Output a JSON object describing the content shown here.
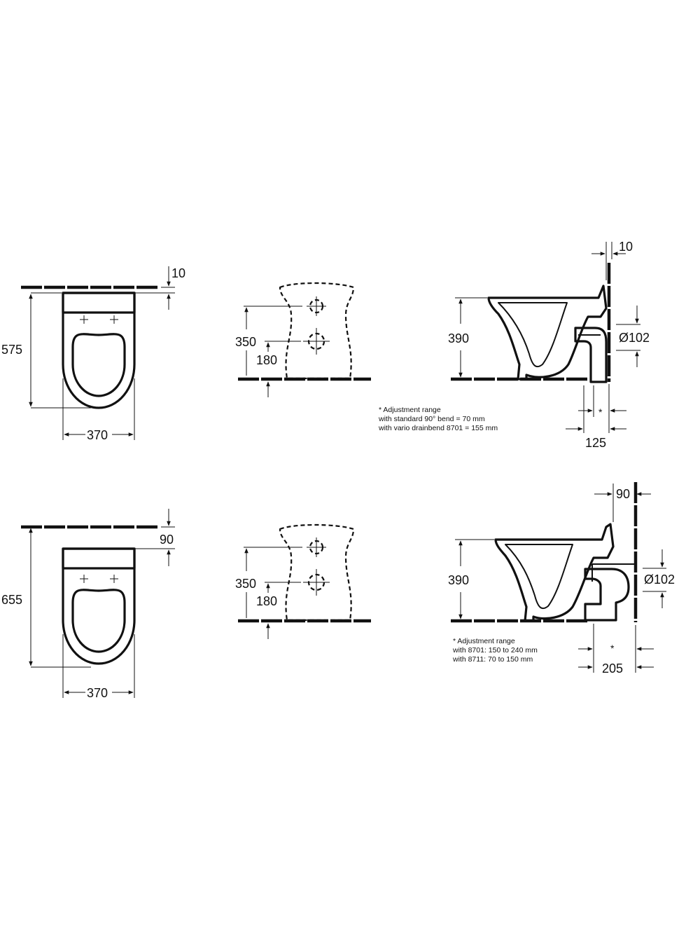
{
  "drawing": {
    "row1": {
      "top_view": {
        "depth": "575",
        "width": "370",
        "wall_gap": "10"
      },
      "front_view": {
        "height_350": "350",
        "height_180": "180"
      },
      "side_view": {
        "height": "390",
        "outlet_diameter": "Ø102",
        "wall_gap": "10",
        "outlet_distance": "125",
        "asterisk": "*",
        "note_line1": "* Adjustment range",
        "note_line2": "with standard 90° bend = 70 mm",
        "note_line3": "with vario drainbend 8701 = 155 mm"
      }
    },
    "row2": {
      "top_view": {
        "depth": "655",
        "width": "370",
        "wall_gap": "90"
      },
      "front_view": {
        "height_350": "350",
        "height_180": "180"
      },
      "side_view": {
        "height": "390",
        "outlet_diameter": "Ø102",
        "wall_gap": "90",
        "outlet_distance": "205",
        "asterisk": "*",
        "note_line1": "* Adjustment range",
        "note_line2": "with 8701: 150 to 240 mm",
        "note_line3": "with 8711: 70 to 150 mm"
      }
    }
  }
}
